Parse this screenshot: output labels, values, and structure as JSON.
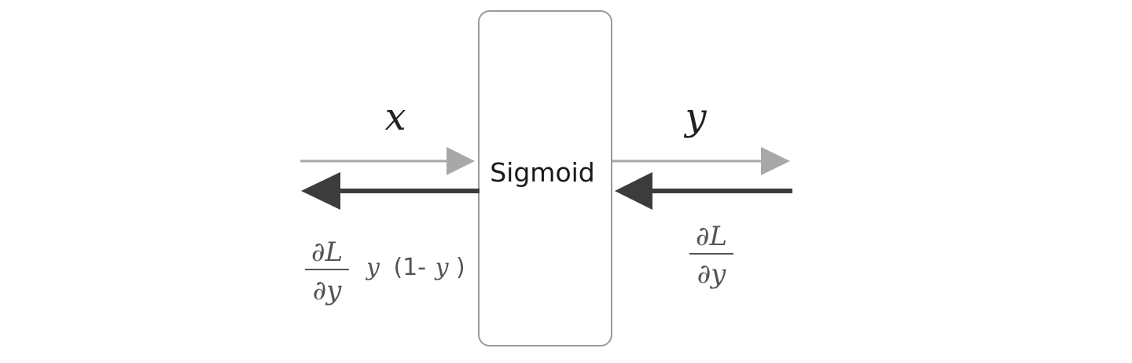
{
  "node": {
    "label": "Sigmoid"
  },
  "forward": {
    "input_label": "x",
    "output_label": "y"
  },
  "backward": {
    "upstream_grad": {
      "numerator": "∂L",
      "denominator": "∂y"
    },
    "downstream_grad": {
      "numerator": "∂L",
      "denominator": "∂y",
      "factor_y": "y",
      "factor_open": "(1-",
      "factor_y2": "y",
      "factor_close": ")"
    }
  },
  "colors": {
    "forward_arrow": "#a8a8a8",
    "backward_arrow": "#3c3c3c",
    "node_border": "#9a9a9a"
  }
}
